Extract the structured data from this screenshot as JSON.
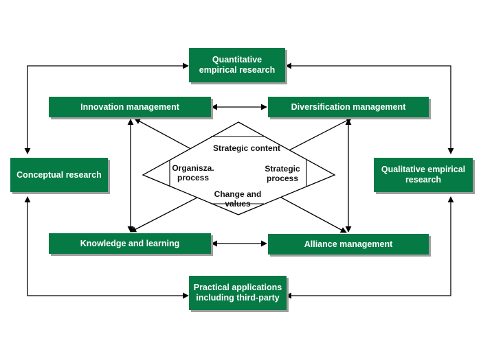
{
  "nodes": {
    "quantitative": "Quantitative empirical research",
    "innovation": "Innovation management",
    "diversification": "Diversification management",
    "conceptual": "Conceptual research",
    "qualitative": "Qualitative empirical research",
    "knowledge": "Knowledge and learning",
    "alliance": "Alliance management",
    "practical": "Practical applications including third-party"
  },
  "diamond": {
    "strategic_content": "Strategic content",
    "organisational_process": "Organisza. process",
    "strategic_process": "Strategic process",
    "change_values": "Change and values"
  },
  "colors": {
    "box_fill": "#067a44",
    "box_text": "#ffffff",
    "box_shadow": "#9e9e9e",
    "lines": "#000000"
  }
}
